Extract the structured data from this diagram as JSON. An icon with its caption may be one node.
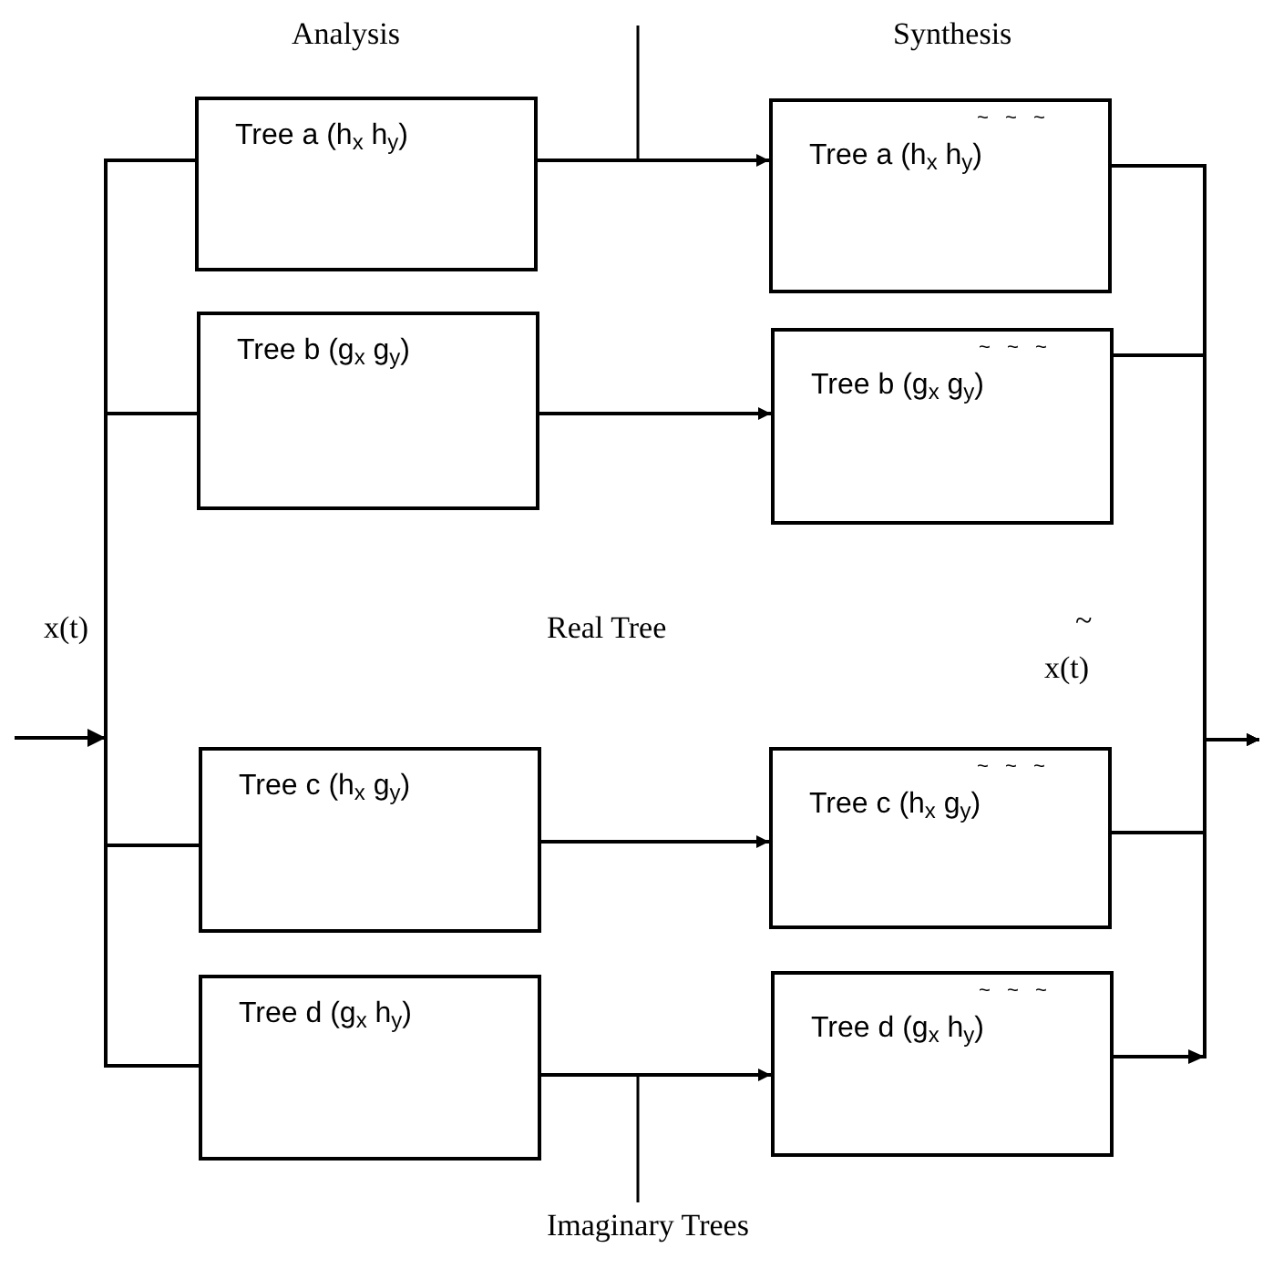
{
  "diagram": {
    "nodes": [
      {
        "text": [
          "Tree a (h$_{x}$ h$_{y}$)"
        ]
      },
      {
        "text": [
          "Tree b (g$_{x}$ g$_{y}$)"
        ]
      },
      {
        "text": [
          "Tree c (h$_{x}$ g$_{y}$)"
        ]
      },
      {
        "text": [
          "Tree d (g$_{x}$ h$_{y}$)"
        ]
      },
      {
        "text": [
          "~ ~ ~",
          "Tree a (h$_{x}$ h$_{y}$)"
        ]
      },
      {
        "text": [
          "~ ~ ~",
          "Tree b (g$_{x}$ g$_{y}$)"
        ]
      },
      {
        "text": [
          "~ ~ ~",
          "Tree c (h$_{x}$ g$_{y}$)"
        ]
      },
      {
        "text": [
          "~ ~ ~",
          "Tree d (g$_{x}$ h$_{y}$)"
        ]
      }
    ],
    "edges": [
      {
        "from": null,
        "to": 0,
        "arrow": "none"
      },
      {
        "from": null,
        "to": 1,
        "arrow": "none"
      },
      {
        "from": null,
        "to": 2,
        "arrow": "none"
      },
      {
        "from": null,
        "to": 3,
        "arrow": "none"
      },
      {
        "from": 0,
        "to": 4,
        "arrow": "to"
      },
      {
        "from": 1,
        "to": 5,
        "arrow": "to"
      },
      {
        "from": 2,
        "to": 6,
        "arrow": "to"
      },
      {
        "from": 3,
        "to": 7,
        "arrow": "to"
      },
      {
        "from": 4,
        "to": null,
        "arrow": "to"
      },
      {
        "from": 5,
        "to": null,
        "arrow": "to"
      },
      {
        "from": 6,
        "to": null,
        "arrow": "to"
      },
      {
        "from": 7,
        "to": null,
        "arrow": "to"
      }
    ],
    "labels": [
      "Analysis",
      "Synthesis",
      "x(t)",
      "Real Tree",
      "~",
      "x(t)",
      "Imaginary Trees"
    ]
  }
}
